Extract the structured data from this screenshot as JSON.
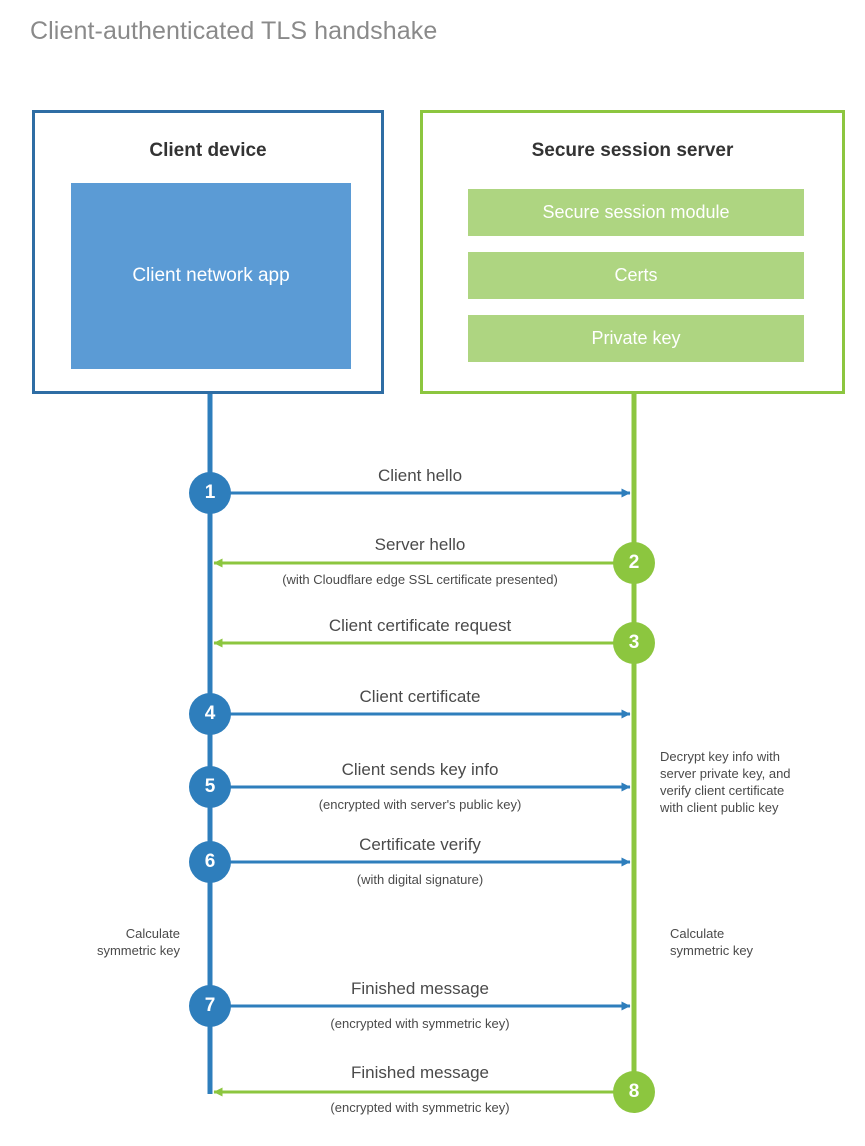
{
  "page": {
    "title": "Client-authenticated TLS handshake"
  },
  "colors": {
    "client_accent": "#2e6da4",
    "client_line": "#2e7ebc",
    "client_app_fill": "#5b9bd5",
    "server_accent": "#8cc63f",
    "server_bar_fill": "#aed581",
    "text": "#4a4a4a",
    "title_text": "#8a8a8a"
  },
  "actors": {
    "client": {
      "title": "Client device",
      "app_label": "Client network app"
    },
    "server": {
      "title": "Secure session server",
      "modules": [
        {
          "label": "Secure session module"
        },
        {
          "label": "Certs"
        },
        {
          "label": "Private key"
        }
      ]
    }
  },
  "steps": [
    {
      "number": "1",
      "label": "Client hello",
      "sub": "",
      "direction": "client-to-server",
      "side": "client"
    },
    {
      "number": "2",
      "label": "Server hello",
      "sub": "(with Cloudflare edge SSL certificate presented)",
      "direction": "server-to-client",
      "side": "server"
    },
    {
      "number": "3",
      "label": "Client certificate request",
      "sub": "",
      "direction": "server-to-client",
      "side": "server"
    },
    {
      "number": "4",
      "label": "Client certificate",
      "sub": "",
      "direction": "client-to-server",
      "side": "client"
    },
    {
      "number": "5",
      "label": "Client sends key info",
      "sub": "(encrypted with server's public key)",
      "direction": "client-to-server",
      "side": "client"
    },
    {
      "number": "6",
      "label": "Certificate verify",
      "sub": "(with digital signature)",
      "direction": "client-to-server",
      "side": "client"
    },
    {
      "number": "7",
      "label": "Finished message",
      "sub": "(encrypted with symmetric key)",
      "direction": "client-to-server",
      "side": "client"
    },
    {
      "number": "8",
      "label": "Finished message",
      "sub": "(encrypted with symmetric key)",
      "direction": "server-to-client",
      "side": "server"
    }
  ],
  "notes": {
    "server_decrypt": "Decrypt key info with\nserver private key, and\nverify client certificate\nwith client public key",
    "client_calculate": "Calculate\nsymmetric key",
    "server_calculate": "Calculate\nsymmetric key"
  }
}
